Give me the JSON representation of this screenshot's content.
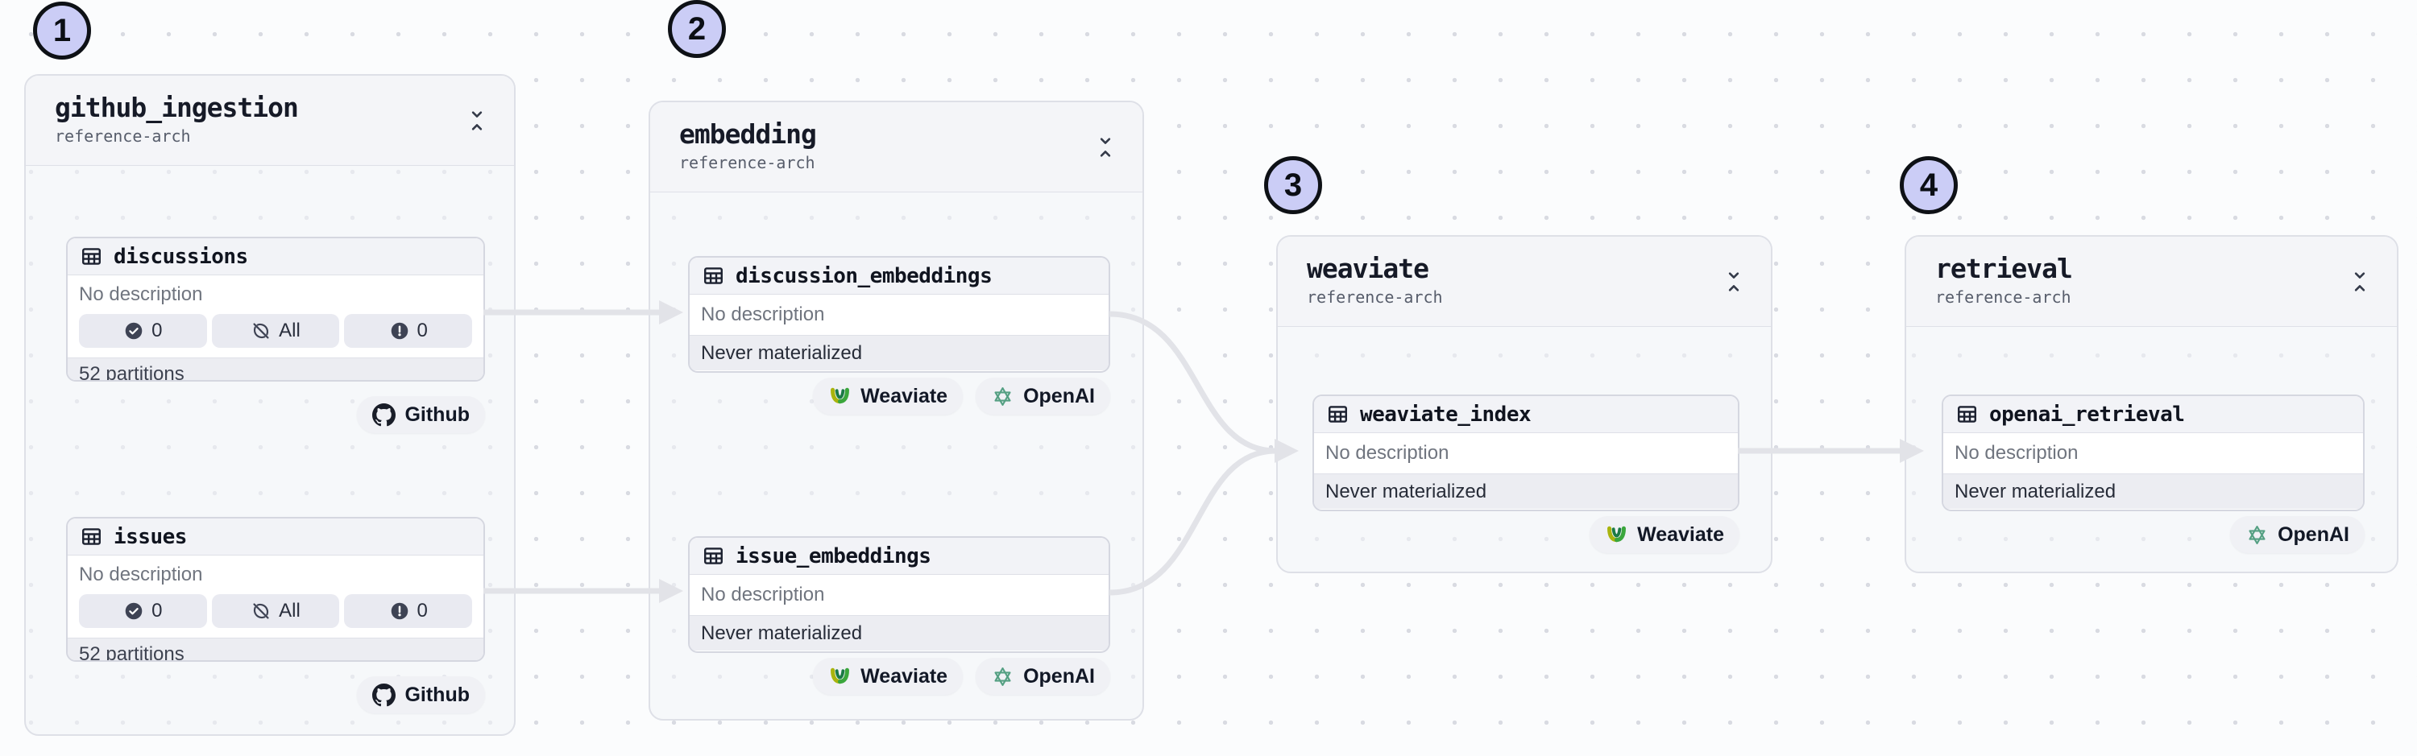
{
  "page": {
    "background": "#FBFCFD",
    "dot_color": "#D9DBE2",
    "edge_color": "#E2E3E8",
    "marker_fill": "#CBCDF6"
  },
  "groups": [
    {
      "marker": "1",
      "title": "github_ingestion",
      "subtitle": "reference-arch",
      "assets": [
        {
          "icon": "table-icon",
          "name": "discussions",
          "description": "No description",
          "badges": [
            {
              "icon": "check-circle-icon",
              "label": "0"
            },
            {
              "icon": "circle-off-icon",
              "label": "All"
            },
            {
              "icon": "alert-circle-icon",
              "label": "0"
            }
          ],
          "footer": "52 partitions",
          "tags": [
            {
              "icon": "github-icon",
              "label": "Github"
            }
          ]
        },
        {
          "icon": "table-icon",
          "name": "issues",
          "description": "No description",
          "badges": [
            {
              "icon": "check-circle-icon",
              "label": "0"
            },
            {
              "icon": "circle-off-icon",
              "label": "All"
            },
            {
              "icon": "alert-circle-icon",
              "label": "0"
            }
          ],
          "footer": "52 partitions",
          "tags": [
            {
              "icon": "github-icon",
              "label": "Github"
            }
          ]
        }
      ]
    },
    {
      "marker": "2",
      "title": "embedding",
      "subtitle": "reference-arch",
      "assets": [
        {
          "icon": "table-icon",
          "name": "discussion_embeddings",
          "description": "No description",
          "status": "Never materialized",
          "tags": [
            {
              "icon": "weaviate-icon",
              "label": "Weaviate"
            },
            {
              "icon": "openai-icon",
              "label": "OpenAI"
            }
          ]
        },
        {
          "icon": "table-icon",
          "name": "issue_embeddings",
          "description": "No description",
          "status": "Never materialized",
          "tags": [
            {
              "icon": "weaviate-icon",
              "label": "Weaviate"
            },
            {
              "icon": "openai-icon",
              "label": "OpenAI"
            }
          ]
        }
      ]
    },
    {
      "marker": "3",
      "title": "weaviate",
      "subtitle": "reference-arch",
      "assets": [
        {
          "icon": "table-icon",
          "name": "weaviate_index",
          "description": "No description",
          "status": "Never materialized",
          "tags": [
            {
              "icon": "weaviate-icon",
              "label": "Weaviate"
            }
          ]
        }
      ]
    },
    {
      "marker": "4",
      "title": "retrieval",
      "subtitle": "reference-arch",
      "assets": [
        {
          "icon": "table-icon",
          "name": "openai_retrieval",
          "description": "No description",
          "status": "Never materialized",
          "tags": [
            {
              "icon": "openai-icon",
              "label": "OpenAI"
            }
          ]
        }
      ]
    }
  ]
}
